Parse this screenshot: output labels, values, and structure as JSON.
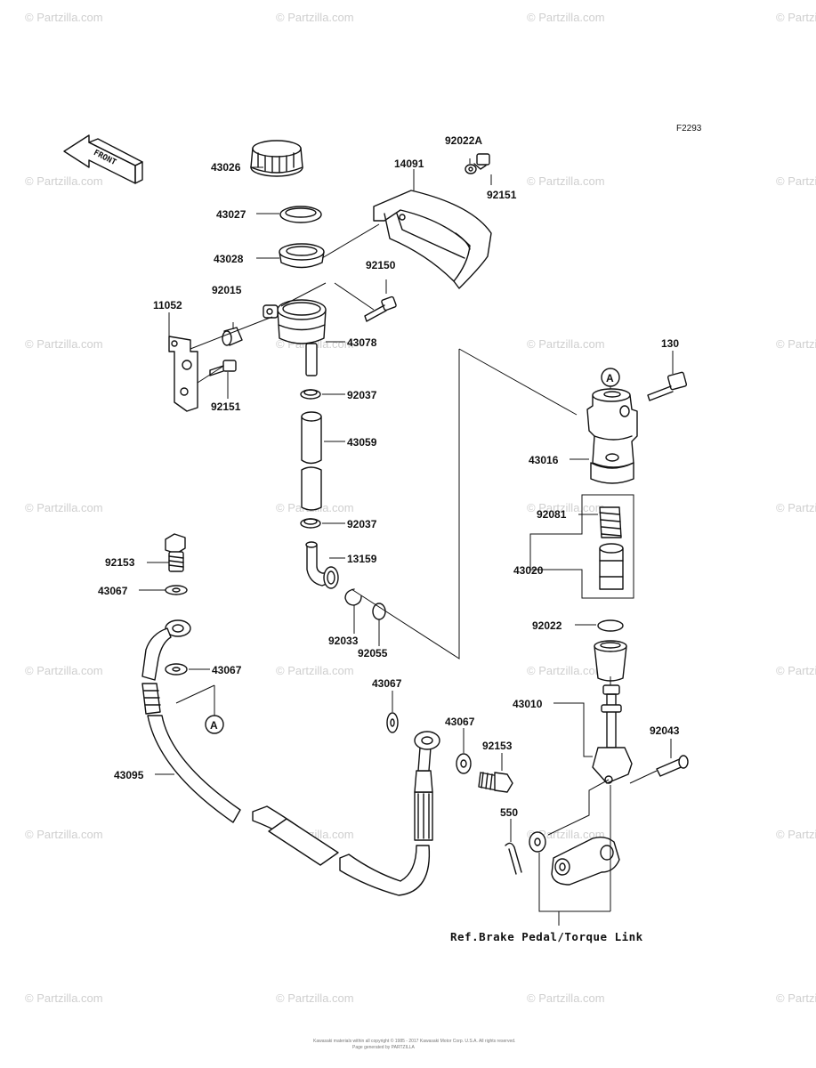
{
  "figure_code": "F2293",
  "watermark": "© Partzilla.com",
  "front_label": "FRONT",
  "callout_letter": "A",
  "ref_note": "Ref.Brake Pedal/Torque Link",
  "footer_line1": "Kawasaki materials within all copyright © 1985 - 2017 Kawasaki Motor Corp. U.S.A. All rights reserved.",
  "footer_line2": "Page generated by PARTZILLA",
  "parts": {
    "p43026": "43026",
    "p43027": "43027",
    "p43028": "43028",
    "p11052": "11052",
    "p92015": "92015",
    "p92151a": "92151",
    "p14091": "14091",
    "p92022A": "92022A",
    "p92151b": "92151",
    "p92150": "92150",
    "p43078": "43078",
    "p92037a": "92037",
    "p43059": "43059",
    "p92037b": "92037",
    "p13159": "13159",
    "p92033": "92033",
    "p92055": "92055",
    "p92153a": "92153",
    "p43067a": "43067",
    "p43067b": "43067",
    "p43067c": "43067",
    "p43067d": "43067",
    "p43095": "43095",
    "p92153b": "92153",
    "p550": "550",
    "p130": "130",
    "p43016": "43016",
    "p92081": "92081",
    "p43020": "43020",
    "p92022": "92022",
    "p43010": "43010",
    "p92043": "92043"
  }
}
